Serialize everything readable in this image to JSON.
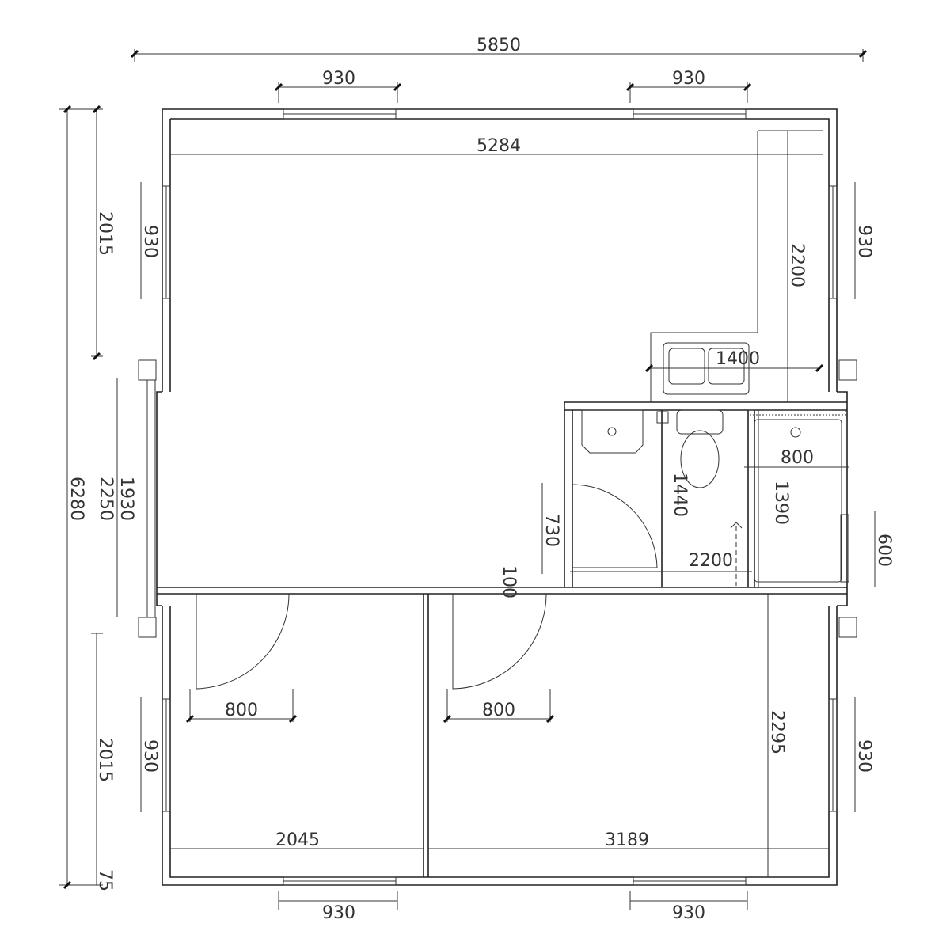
{
  "dimensions": {
    "overall_width": "5850",
    "top_window_left": "930",
    "top_window_right": "930",
    "interior_width": "5284",
    "left_window_upper": "930",
    "left_upper_segment": "2015",
    "right_window_upper": "930",
    "kitchen_depth": "2200",
    "sink_counter": "1400",
    "overall_height": "6280",
    "left_door_panel": "1930",
    "left_middle_segment": "2250",
    "shower_width": "800",
    "toilet_depth": "1440",
    "shower_depth": "1390",
    "bath_door_offset": "730",
    "bath_width": "2200",
    "wall_gap": "100",
    "right_small_window": "600",
    "bedroom1_door": "800",
    "bedroom2_door": "800",
    "bedroom2_depth": "2295",
    "left_window_lower": "930",
    "left_lower_segment": "2015",
    "right_window_lower": "930",
    "bedroom1_width": "2045",
    "bedroom2_width": "3189",
    "wall_thickness": "75",
    "bottom_window_left": "930",
    "bottom_window_right": "930"
  }
}
